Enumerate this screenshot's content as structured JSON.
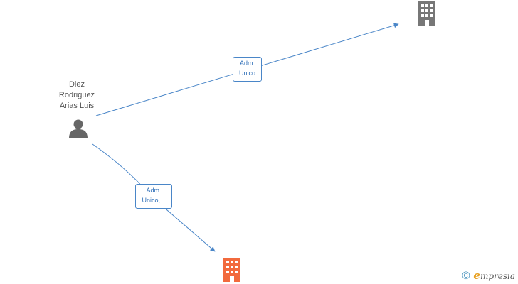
{
  "person": {
    "name": "Diez\nRodriguez\nArias Luis",
    "icon": "person-icon",
    "color": "#666666"
  },
  "companies": [
    {
      "id": "company-top",
      "icon": "building-icon",
      "color": "#777777"
    },
    {
      "id": "company-bottom",
      "icon": "building-icon",
      "color": "#f26a3d"
    }
  ],
  "relations": [
    {
      "from": "person",
      "to": "company-top",
      "label": "Adm.\nUnico"
    },
    {
      "from": "person",
      "to": "company-bottom",
      "label": "Adm.\nUnico,..."
    }
  ],
  "edge_color": "#4a86c8",
  "footer": {
    "copyright_symbol": "©",
    "brand_first": "e",
    "brand_rest": "mpresia",
    "brand_color": "#e8a020"
  }
}
